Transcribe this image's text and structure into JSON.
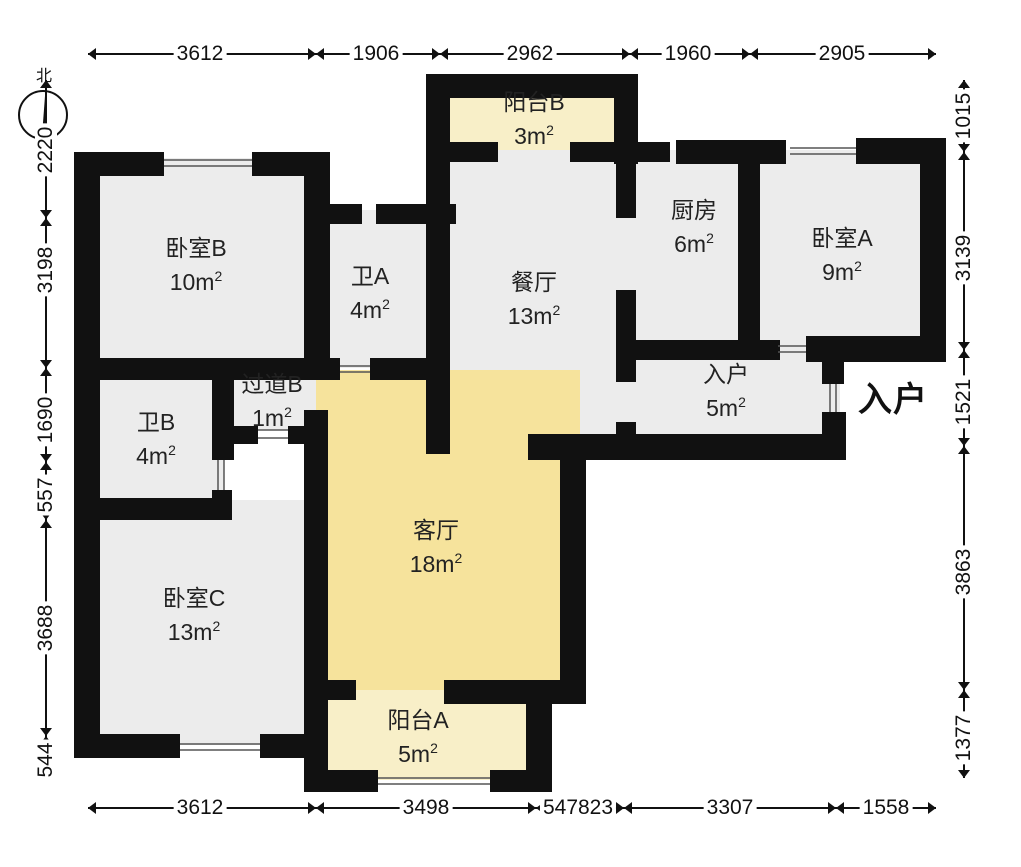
{
  "compass": {
    "north_label": "北",
    "icon": "compass-icon"
  },
  "entry_label": "入户",
  "rooms": {
    "bedroom_b": {
      "name": "卧室B",
      "area": "10m"
    },
    "bath_a": {
      "name": "卫A",
      "area": "4m"
    },
    "balcony_b": {
      "name": "阳台B",
      "area": "3m"
    },
    "dining": {
      "name": "餐厅",
      "area": "13m"
    },
    "kitchen": {
      "name": "厨房",
      "area": "6m"
    },
    "bedroom_a": {
      "name": "卧室A",
      "area": "9m"
    },
    "corridor_b": {
      "name": "过道B",
      "area": "1m"
    },
    "bath_b": {
      "name": "卫B",
      "area": "4m"
    },
    "entrance": {
      "name": "入户",
      "area": "5m"
    },
    "living": {
      "name": "客厅",
      "area": "18m"
    },
    "bedroom_c": {
      "name": "卧室C",
      "area": "13m"
    },
    "balcony_a": {
      "name": "阳台A",
      "area": "5m"
    }
  },
  "area_superscript": "2",
  "dimensions": {
    "top": [
      "3612",
      "1906",
      "2962",
      "1960",
      "2905"
    ],
    "bottom": [
      "3612",
      "3498",
      "547823",
      "3307",
      "1558"
    ],
    "left": [
      "2220",
      "3198",
      "1690",
      "557",
      "3688",
      "544"
    ],
    "right": [
      "1015",
      "3139",
      "1521",
      "3863",
      "1377"
    ]
  },
  "colors": {
    "wall": "#111111",
    "floor": "#ececec",
    "living_floor": "#f6e39c",
    "balcony_floor": "#f8efc8"
  }
}
